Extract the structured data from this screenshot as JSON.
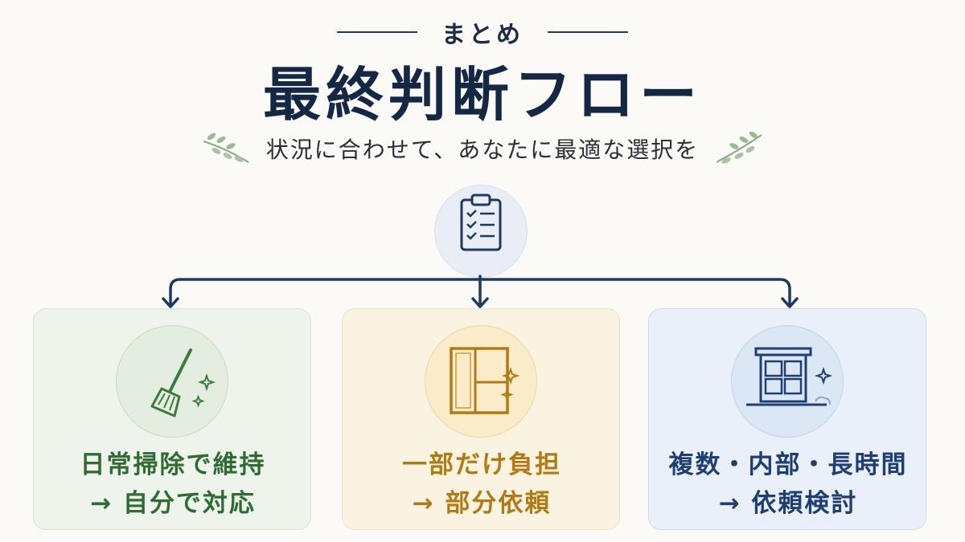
{
  "header": {
    "eyebrow": "まとめ",
    "title": "最終判断フロー",
    "subtitle": "状況に合わせて、あなたに最適な選択を"
  },
  "center_icon": "clipboard-checklist-icon",
  "options": [
    {
      "icon": "broom-icon",
      "line1": "日常掃除で維持",
      "line2": "→ 自分で対応",
      "color": "#2f6b33"
    },
    {
      "icon": "window-icon",
      "line1": "一部だけ負担",
      "line2": "→ 部分依頼",
      "color": "#b07a14"
    },
    {
      "icon": "building-window-icon",
      "line1": "複数・内部・長時間",
      "line2": "→ 依頼検討",
      "color": "#1f3f72"
    }
  ],
  "colors": {
    "navy": "#142845",
    "green": "#2f6b33",
    "gold": "#b07a14",
    "blue": "#1f3f72",
    "background": "#fbfaf7"
  }
}
